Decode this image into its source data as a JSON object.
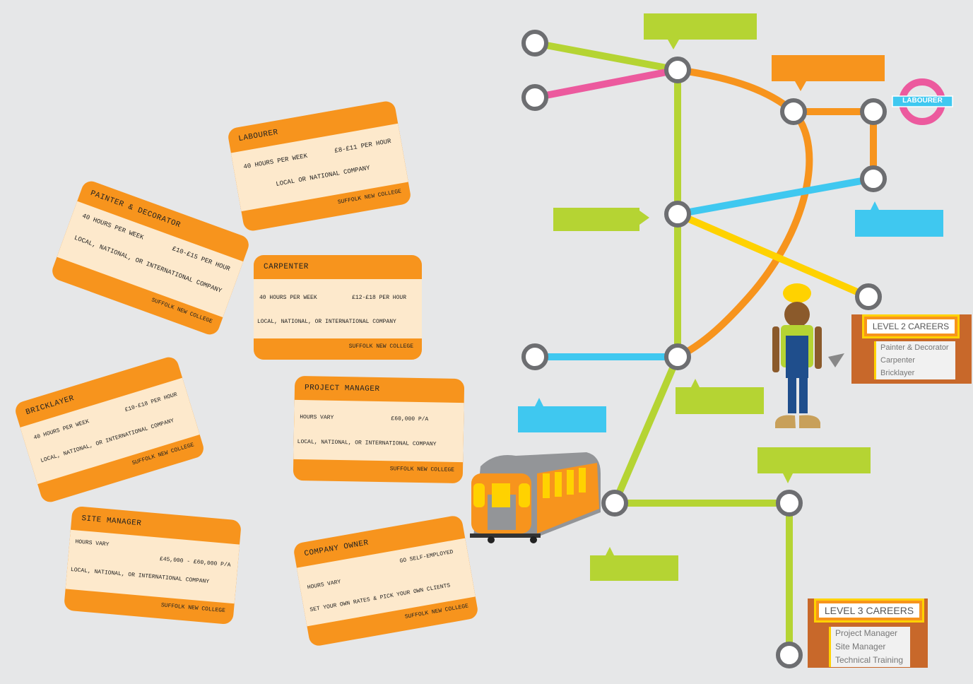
{
  "tickets": [
    {
      "title": "LABOURER",
      "hours": "40 HOURS PER WEEK",
      "pay": "£8-£11 PER HOUR",
      "scope": "LOCAL OR NATIONAL COMPANY",
      "college": "SUFFOLK NEW COLLEGE"
    },
    {
      "title": "PAINTER & DECORATOR",
      "hours": "40 HOURS PER WEEK",
      "pay": "£10-£15 PER HOUR",
      "scope": "LOCAL, NATIONAL, OR INTERNATIONAL COMPANY",
      "college": "SUFFOLK NEW COLLEGE"
    },
    {
      "title": "CARPENTER",
      "hours": "40 HOURS PER WEEK",
      "pay": "£12-£18 PER HOUR",
      "scope": "LOCAL, NATIONAL, OR INTERNATIONAL COMPANY",
      "college": "SUFFOLK NEW COLLEGE"
    },
    {
      "title": "BRICKLAYER",
      "hours": "40 HOURS PER WEEK",
      "pay": "£10-£18 PER HOUR",
      "scope": "LOCAL, NATIONAL, OR INTERNATIONAL COMPANY",
      "college": "SUFFOLK NEW COLLEGE"
    },
    {
      "title": "PROJECT MANAGER",
      "hours": "HOURS VARY",
      "pay": "£60,000 P/A",
      "scope": "LOCAL, NATIONAL, OR INTERNATIONAL COMPANY",
      "college": "SUFFOLK NEW COLLEGE"
    },
    {
      "title": "SITE MANAGER",
      "hours": "HOURS VARY",
      "pay": "£45,000 - £60,000 P/A",
      "scope": "LOCAL, NATIONAL, OR INTERNATIONAL COMPANY",
      "college": "SUFFOLK NEW COLLEGE"
    },
    {
      "title": "COMPANY OWNER",
      "hours": "HOURS VARY",
      "pay": "GO SELF-EMPLOYED",
      "scope": "SET YOUR OWN RATES & PICK YOUR OWN CLIENTS",
      "college": "SUFFOLK NEW COLLEGE"
    }
  ],
  "roundel": {
    "label": "LABOURER"
  },
  "level2": {
    "title": "LEVEL 2 CAREERS",
    "items": [
      "Painter & Decorator",
      "Carpenter",
      "Bricklayer"
    ]
  },
  "level3": {
    "title": "LEVEL 3 CAREERS",
    "items": [
      "Project Manager",
      "Site Manager",
      "Technical Training"
    ]
  },
  "colors": {
    "green": "#b5d433",
    "pink": "#ec5a9e",
    "orange": "#f7941d",
    "blue": "#3fc8f0",
    "yellow": "#ffd200"
  }
}
